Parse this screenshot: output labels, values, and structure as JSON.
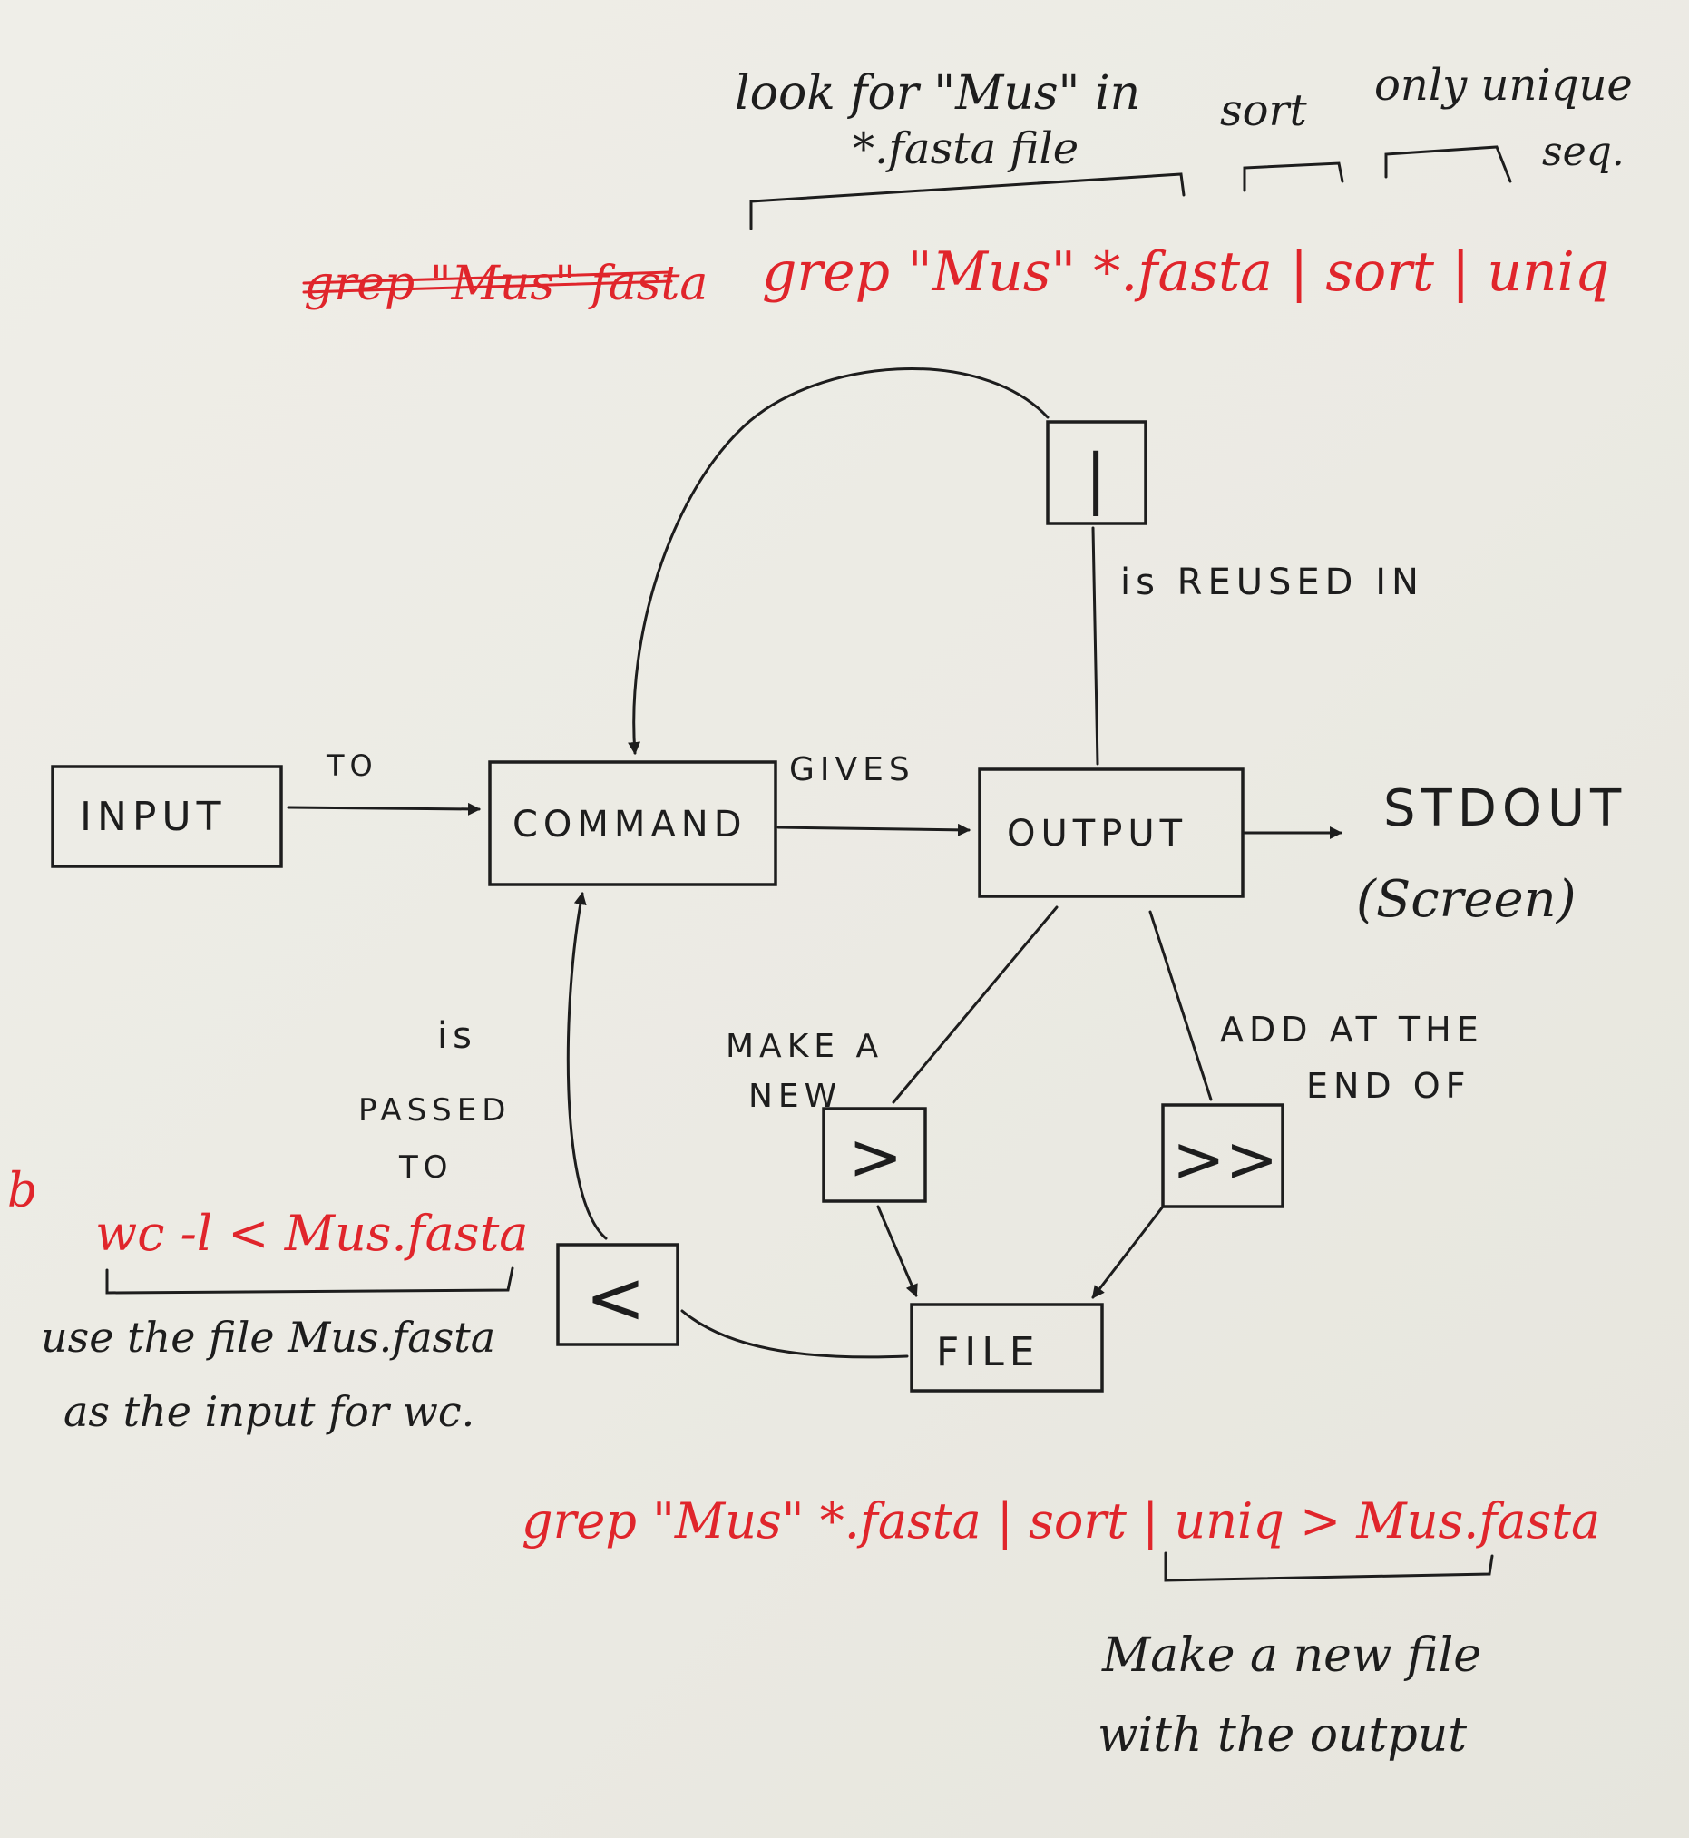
{
  "top_notes": {
    "look_for": "look for \"Mus\" in",
    "fasta_file": "*.fasta file",
    "sort": "sort",
    "only_unique": "only unique",
    "seq": "seq."
  },
  "red_commands": {
    "crossed_out": "grep \"Mus\" fasta",
    "pipeline": "grep \"Mus\" *.fasta | sort | uniq",
    "wc_command": "wc -l < Mus.fasta",
    "redirect_command": "grep \"Mus\" *.fasta | sort | uniq > Mus.fasta",
    "side_mark": "b"
  },
  "nodes": {
    "input": "INPUT",
    "command": "COMMAND",
    "output": "OUTPUT",
    "stdout": "STDOUT",
    "screen": "(Screen)",
    "file": "FILE",
    "pipe": "|",
    "redirect_new": ">",
    "redirect_append": ">>",
    "redirect_in": "<"
  },
  "edge_labels": {
    "to": "TO",
    "gives": "GIVES",
    "is_reused_in": "is REUSED IN",
    "make_a_new": "MAKE A",
    "new": "NEW",
    "add_at_the": "ADD AT THE",
    "end_of": "END OF",
    "is": "is",
    "passed": "PASSED",
    "to2": "TO"
  },
  "notes": {
    "use_file_1": "use the file Mus.fasta",
    "use_file_2": "as the input for wc.",
    "make_new_1": "Make a new file",
    "make_new_2": "with the output"
  }
}
